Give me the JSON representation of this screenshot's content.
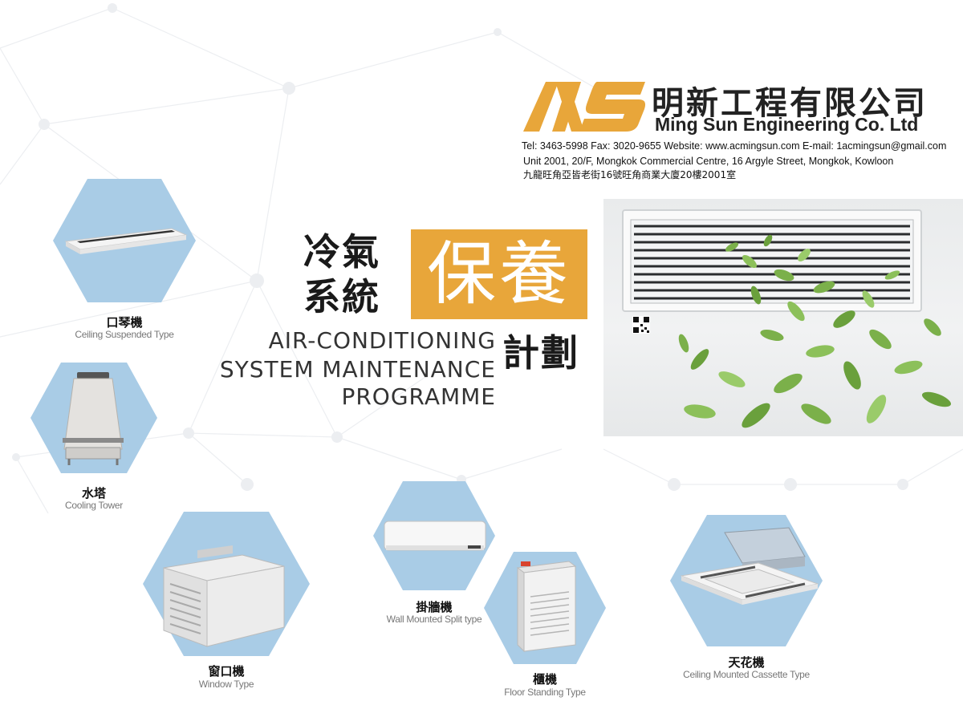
{
  "company": {
    "logo_letters": "MS",
    "name_zh": "明新工程有限公司",
    "name_en": "Ming Sun Engineering Co. Ltd",
    "contact_line": "Tel: 3463-5998 Fax: 3020-9655 Website: www.acmingsun.com E-mail: 1acmingsun@gmail.com",
    "address_en": "Unit 2001, 20/F, Mongkok Commercial Centre, 16 Argyle Street, Mongkok, Kowloon",
    "address_zh": "九龍旺角亞皆老街16號旺角商業大廈20樓2001室"
  },
  "title": {
    "zh_line1": "冷氣",
    "zh_line2": "系統",
    "zh_highlight": "保養",
    "zh_plan": "計劃",
    "en_line1": "AIR-CONDITIONING",
    "en_line2": "SYSTEM MAINTENANCE",
    "en_line3": "PROGRAMME"
  },
  "products": [
    {
      "zh": "口琴機",
      "en": "Ceiling Suspended Type",
      "icon": "ceiling-suspended-unit"
    },
    {
      "zh": "水塔",
      "en": "Cooling Tower",
      "icon": "cooling-tower"
    },
    {
      "zh": "窗口機",
      "en": "Window Type",
      "icon": "window-unit"
    },
    {
      "zh": "掛牆機",
      "en": "Wall Mounted Split type",
      "icon": "wall-split-unit"
    },
    {
      "zh": "櫃機",
      "en": "Floor Standing Type",
      "icon": "floor-standing-unit"
    },
    {
      "zh": "天花機",
      "en": "Ceiling Mounted Cassette Type",
      "icon": "cassette-unit"
    }
  ],
  "colors": {
    "brand_orange": "#e8a63a",
    "hex_blue": "#a9cce6",
    "leaf_green": "#7bb04a",
    "network_grey": "#ebedf0"
  }
}
